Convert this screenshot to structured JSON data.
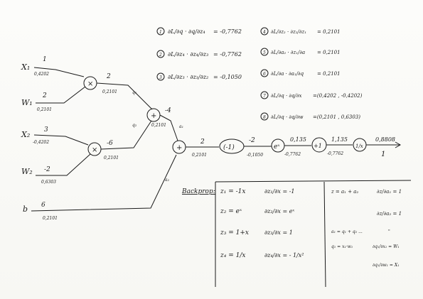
{
  "inputs": {
    "x1": {
      "label": "X₁",
      "value": "1",
      "grad": "0,4202"
    },
    "w1": {
      "label": "W₁",
      "value": "2",
      "grad": "0,2101"
    },
    "x2": {
      "label": "X₂",
      "value": "3",
      "grad": "-0,4202"
    },
    "w2": {
      "label": "W₂",
      "value": "-2",
      "grad": "0,6303"
    },
    "b": {
      "label": "b",
      "value": "6",
      "grad": "0,2101"
    }
  },
  "nodes": {
    "mul1": {
      "op": "×",
      "out": "2",
      "grad": "0,2101",
      "edge": "q₁"
    },
    "mul2": {
      "op": "×",
      "out": "-6",
      "grad": "0,2101",
      "edge": "q₂"
    },
    "add1": {
      "op": "+",
      "out": "-4",
      "grad": "0,2101",
      "edge": "a₁"
    },
    "add2": {
      "op": "+",
      "out": "2",
      "grad": "0,2101"
    },
    "neg": {
      "op": "(-1)",
      "out": "-2",
      "grad": "-0,1050"
    },
    "exp": {
      "op": "eˣ",
      "out": "0,135",
      "grad": "-0,7762"
    },
    "plus1": {
      "op": "+1",
      "out": "1,135",
      "grad": "-0,7762"
    },
    "inv": {
      "op": "1/x",
      "out": "0,8808",
      "grad": "1"
    },
    "b_edge": "a₂"
  },
  "chain_rules": [
    {
      "num": "1",
      "expr": "∂L/∂q · ∂q/∂z₄",
      "result": "= -0,7762"
    },
    {
      "num": "2",
      "expr": "∂L/∂z₄ · ∂z₄/∂z₃",
      "result": "= -0,7762"
    },
    {
      "num": "3",
      "expr": "∂L/∂z₃ · ∂z₃/∂z₂",
      "result": "= -0,1050"
    },
    {
      "num": "4",
      "expr": "∂L/∂z₂ · ∂z₂/∂z₁",
      "result": "= 0,2101"
    },
    {
      "num": "5",
      "expr": "∂L/∂a₂ · ∂z₁/∂a",
      "result": "= 0,2101"
    },
    {
      "num": "6",
      "expr": "∂L/∂a · ∂a₁/∂q",
      "result": "= 0,2101"
    },
    {
      "num": "7",
      "expr": "∂L/∂q · ∂q/∂x",
      "result": "=(0,4202 , -0,4202)"
    },
    {
      "num": "8",
      "expr": "∂L/∂q · ∂q/∂w",
      "result": "=(0,2101 , 0,6303)"
    }
  ],
  "backprop": {
    "title": "Backprop:",
    "rows": [
      {
        "z": "z₁ = -1x",
        "d": "∂z₁/∂x = -1"
      },
      {
        "z": "z₂ = eˣ",
        "d": "∂z₂/∂x = eˣ"
      },
      {
        "z": "z₃ = 1+x",
        "d": "∂z₃/∂x = 1"
      },
      {
        "z": "z₄ = 1/x",
        "d": "∂z₄/∂x = - 1/x²"
      }
    ],
    "right": [
      {
        "z": "z = a₁ + a₂",
        "d": "∂z/∂a₁ = 1"
      },
      {
        "z": "",
        "d": "∂z/∂a₂ = 1"
      },
      {
        "z": "a₁ = q₁ + q₂ ...",
        "d": "\""
      },
      {
        "z": "q₁ = x₁·w₁",
        "d": "∂q₁/∂x₁ = W₁"
      },
      {
        "z": "",
        "d": "∂q₁/∂w₁ = X₁"
      }
    ]
  }
}
